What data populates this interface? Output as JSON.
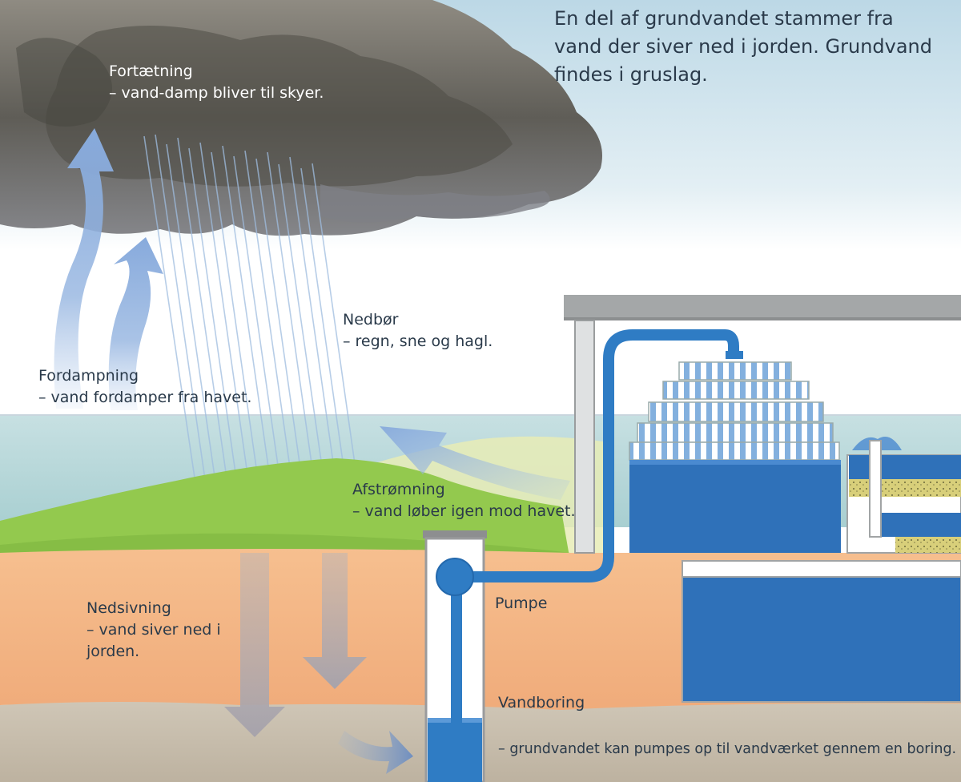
{
  "intro": {
    "line1": "En del af grundvandet stammer fra",
    "line2": "vand der siver ned i jorden. Grundvand",
    "line3": "findes i gruslag."
  },
  "labels": {
    "condensation": {
      "title": "Fortætning",
      "desc": "– vand-damp bliver til skyer."
    },
    "evaporation": {
      "title": "Fordampning",
      "desc": "– vand fordamper fra havet."
    },
    "precipitation": {
      "title": "Nedbør",
      "desc": "– regn, sne og hagl."
    },
    "runoff": {
      "title": "Afstrømning",
      "desc": "– vand løber igen mod havet."
    },
    "infiltration": {
      "title": "Nedsivning",
      "desc_line1": "– vand siver ned i",
      "desc_line2": "jorden."
    },
    "pump": {
      "title": "Pumpe"
    },
    "well": {
      "title": "Vandboring",
      "desc": "– grundvandet kan pumpes op til vandværket gennem en boring."
    }
  },
  "colors": {
    "sky": "#cfe3ee",
    "cloud_dark": "#6e6a62",
    "sea": "#b9d6d8",
    "grass": "#93c94e",
    "soil": "#f3b586",
    "gravel": "#c9bfae",
    "water_blue": "#2f7cc4",
    "arrow_blue": "#8fb1dc",
    "arrow_grey": "#b7b3b6",
    "roof": "#a4a7a8"
  }
}
